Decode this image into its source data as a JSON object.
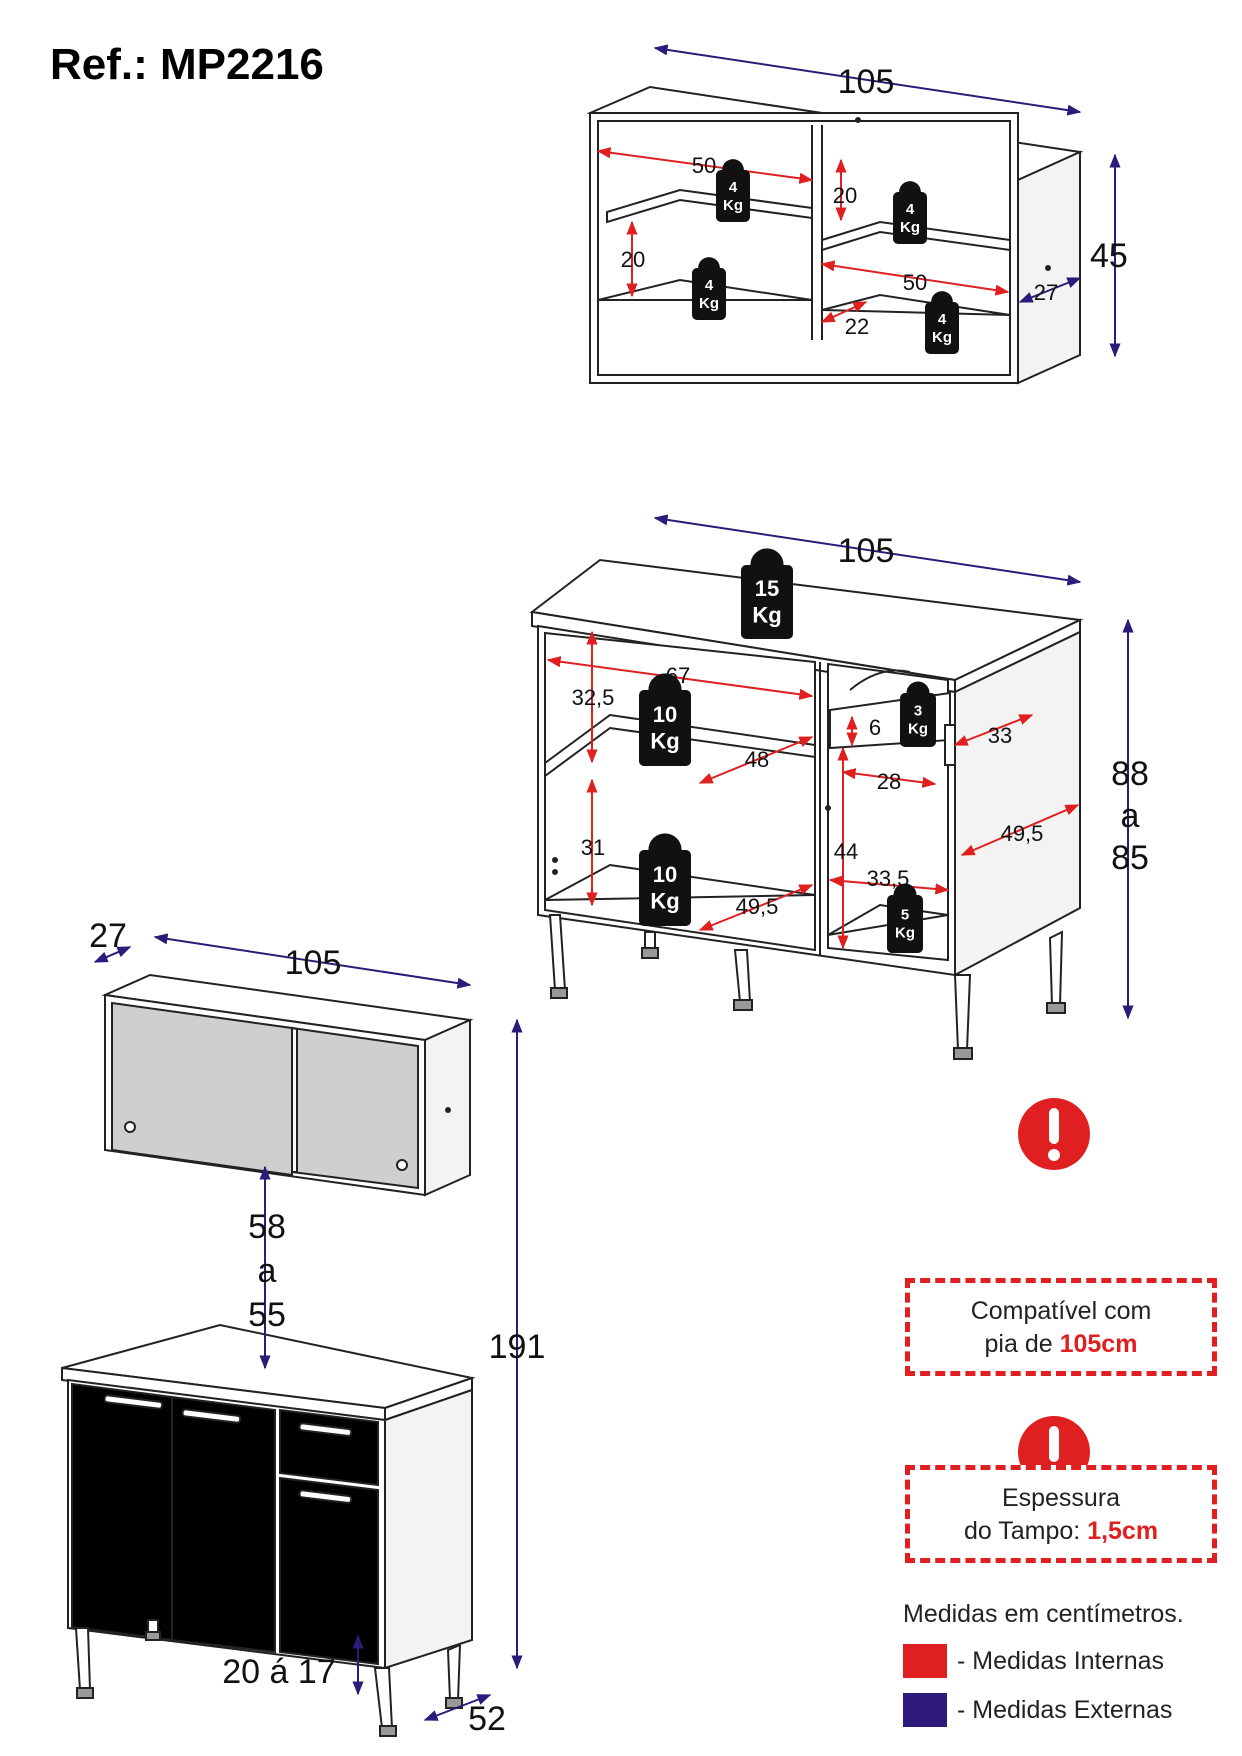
{
  "reference": "Ref.: MP2216",
  "colors": {
    "internal": "#e02020",
    "external": "#2e1a7a"
  },
  "upper_cabinet": {
    "ext": {
      "width": "105",
      "height": "45",
      "depth": "27"
    },
    "int": {
      "width_left": "50",
      "height_left": "20",
      "height_right": "20",
      "width_right": "50",
      "depth": "22"
    },
    "weights": [
      "4\nKg",
      "4\nKg",
      "4\nKg",
      "4\nKg"
    ]
  },
  "lower_cabinet": {
    "ext": {
      "width": "105",
      "height": "88\na\n85"
    },
    "int": {
      "top_width": "67",
      "upper_height": "32,5",
      "shelf_depth": "48",
      "lower_height": "31",
      "bottom_depth": "49,5",
      "drawer_height": "6",
      "drawer_depth": "33",
      "drawer_width": "28",
      "side_depth": "49,5",
      "side_height": "44",
      "side_width": "33,5"
    },
    "weights": {
      "top": "15\nKg",
      "shelf_upper": "10\nKg",
      "shelf_lower": "10\nKg",
      "drawer": "3\nKg",
      "side": "5\nKg"
    }
  },
  "assembly": {
    "depth_upper": "27",
    "width_upper": "105",
    "gap": "58\na\n55",
    "total_height": "191",
    "feet": "20 á 17",
    "depth_lower": "52"
  },
  "notices": [
    {
      "text": "Compatível com\npia de ",
      "highlight": "105cm"
    },
    {
      "text": "Espessura\ndo Tampo: ",
      "highlight": "1,5cm"
    }
  ],
  "legend": {
    "title": "Medidas em centímetros.",
    "internal_label": "- Medidas Internas",
    "external_label": "- Medidas Externas"
  }
}
